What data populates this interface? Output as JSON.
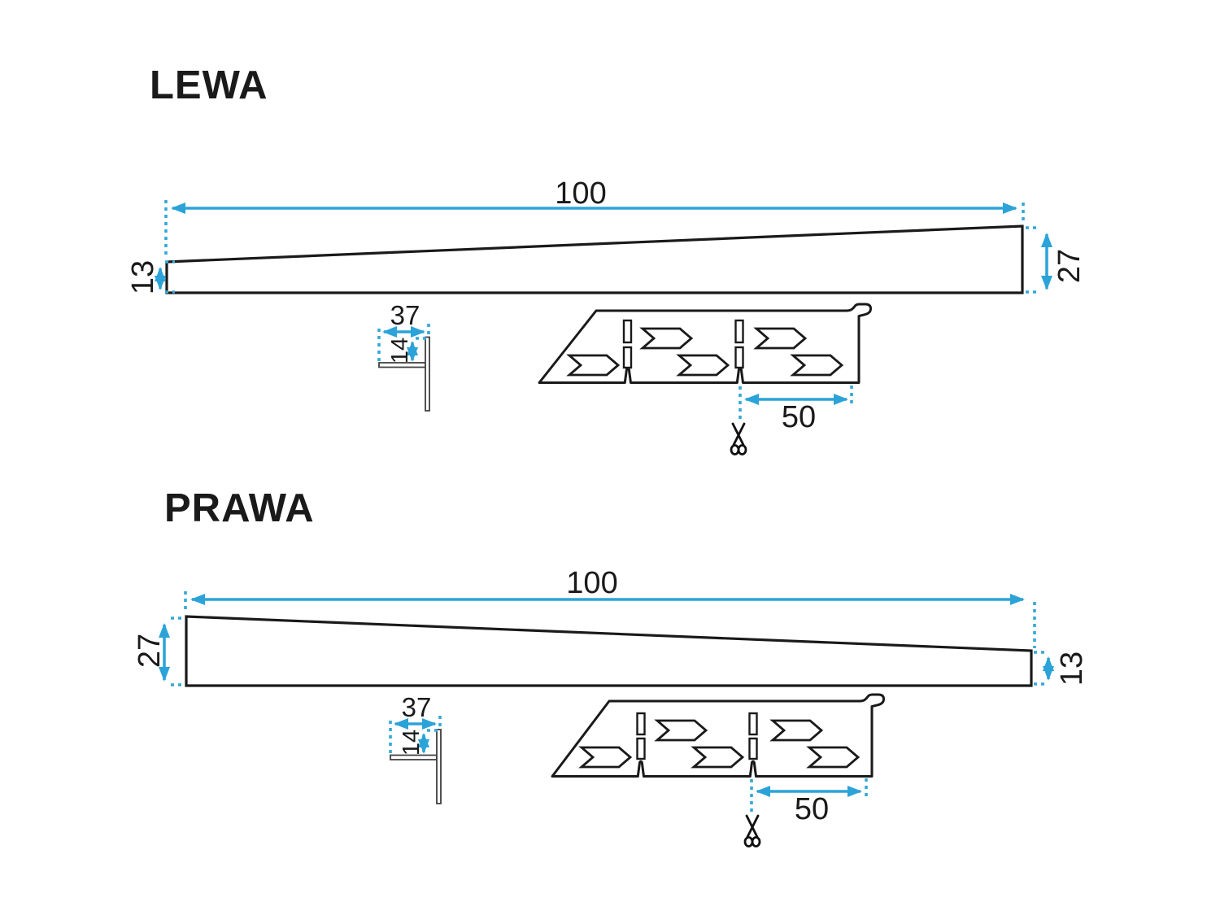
{
  "document": {
    "type": "technical-drawing",
    "language": "pl"
  },
  "colors": {
    "dimension_blue": "#2ba3d9",
    "extension_dotted_blue": "#35a8d6",
    "drawing_black": "#1a1a1a",
    "background": "#ffffff"
  },
  "icons": {
    "scissors": "cut-here-scissors"
  },
  "sections": [
    {
      "title": "LEWA",
      "profile": {
        "length": "100",
        "left_height": "13",
        "right_height": "27"
      },
      "cross_section": {
        "width": "37",
        "upstand": "14"
      },
      "detail": {
        "cut_spacing": "50"
      }
    },
    {
      "title": "PRAWA",
      "profile": {
        "length": "100",
        "left_height": "27",
        "right_height": "13"
      },
      "cross_section": {
        "width": "37",
        "upstand": "14"
      },
      "detail": {
        "cut_spacing": "50"
      }
    }
  ]
}
